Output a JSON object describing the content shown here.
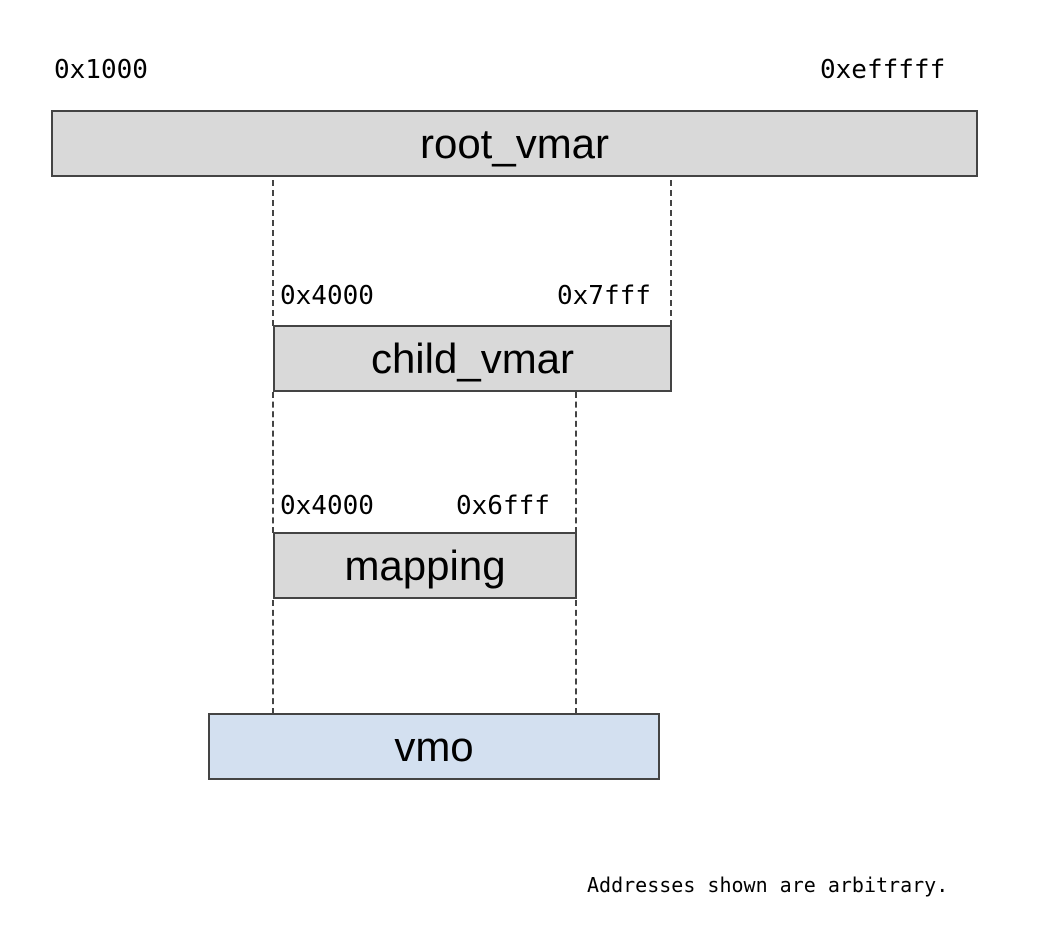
{
  "root_vmar": {
    "label": "root_vmar",
    "start": "0x1000",
    "end": "0xefffff"
  },
  "child_vmar": {
    "label": "child_vmar",
    "start": "0x4000",
    "end": "0x7fff"
  },
  "mapping": {
    "label": "mapping",
    "start": "0x4000",
    "end": "0x6fff"
  },
  "vmo": {
    "label": "vmo"
  },
  "footnote": "Addresses shown are arbitrary.",
  "colors": {
    "vmar_fill": "#d9d9d9",
    "vmo_fill": "#d3e0f0",
    "border": "#444444"
  }
}
